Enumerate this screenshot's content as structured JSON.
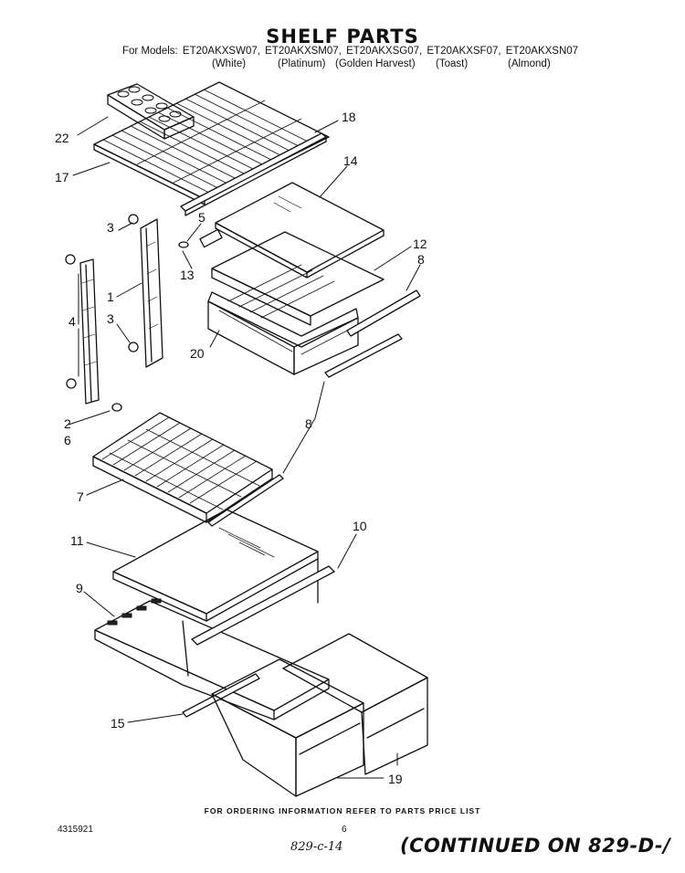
{
  "header": {
    "title": "SHELF PARTS",
    "models_prefix": "For Models:",
    "models": [
      "ET20AKXSW07,",
      "ET20AKXSM07,",
      "ET20AKXSG07,",
      "ET20AKXSF07,",
      "ET20AKXSN07"
    ],
    "colors": [
      "(White)",
      "(Platinum)",
      "(Golden Harvest)",
      "(Toast)",
      "(Almond)"
    ]
  },
  "callouts": [
    "22",
    "17",
    "18",
    "14",
    "5",
    "3",
    "13",
    "12",
    "8",
    "1",
    "4",
    "3",
    "20",
    "2",
    "6",
    "8",
    "7",
    "11",
    "10",
    "9",
    "15",
    "19"
  ],
  "footer": {
    "note": "FOR ORDERING INFORMATION REFER TO PARTS PRICE LIST",
    "part_number": "4315921",
    "page": "6",
    "handwritten": "829-c-14",
    "continued": "(CONTINUED ON 829-D-/"
  }
}
